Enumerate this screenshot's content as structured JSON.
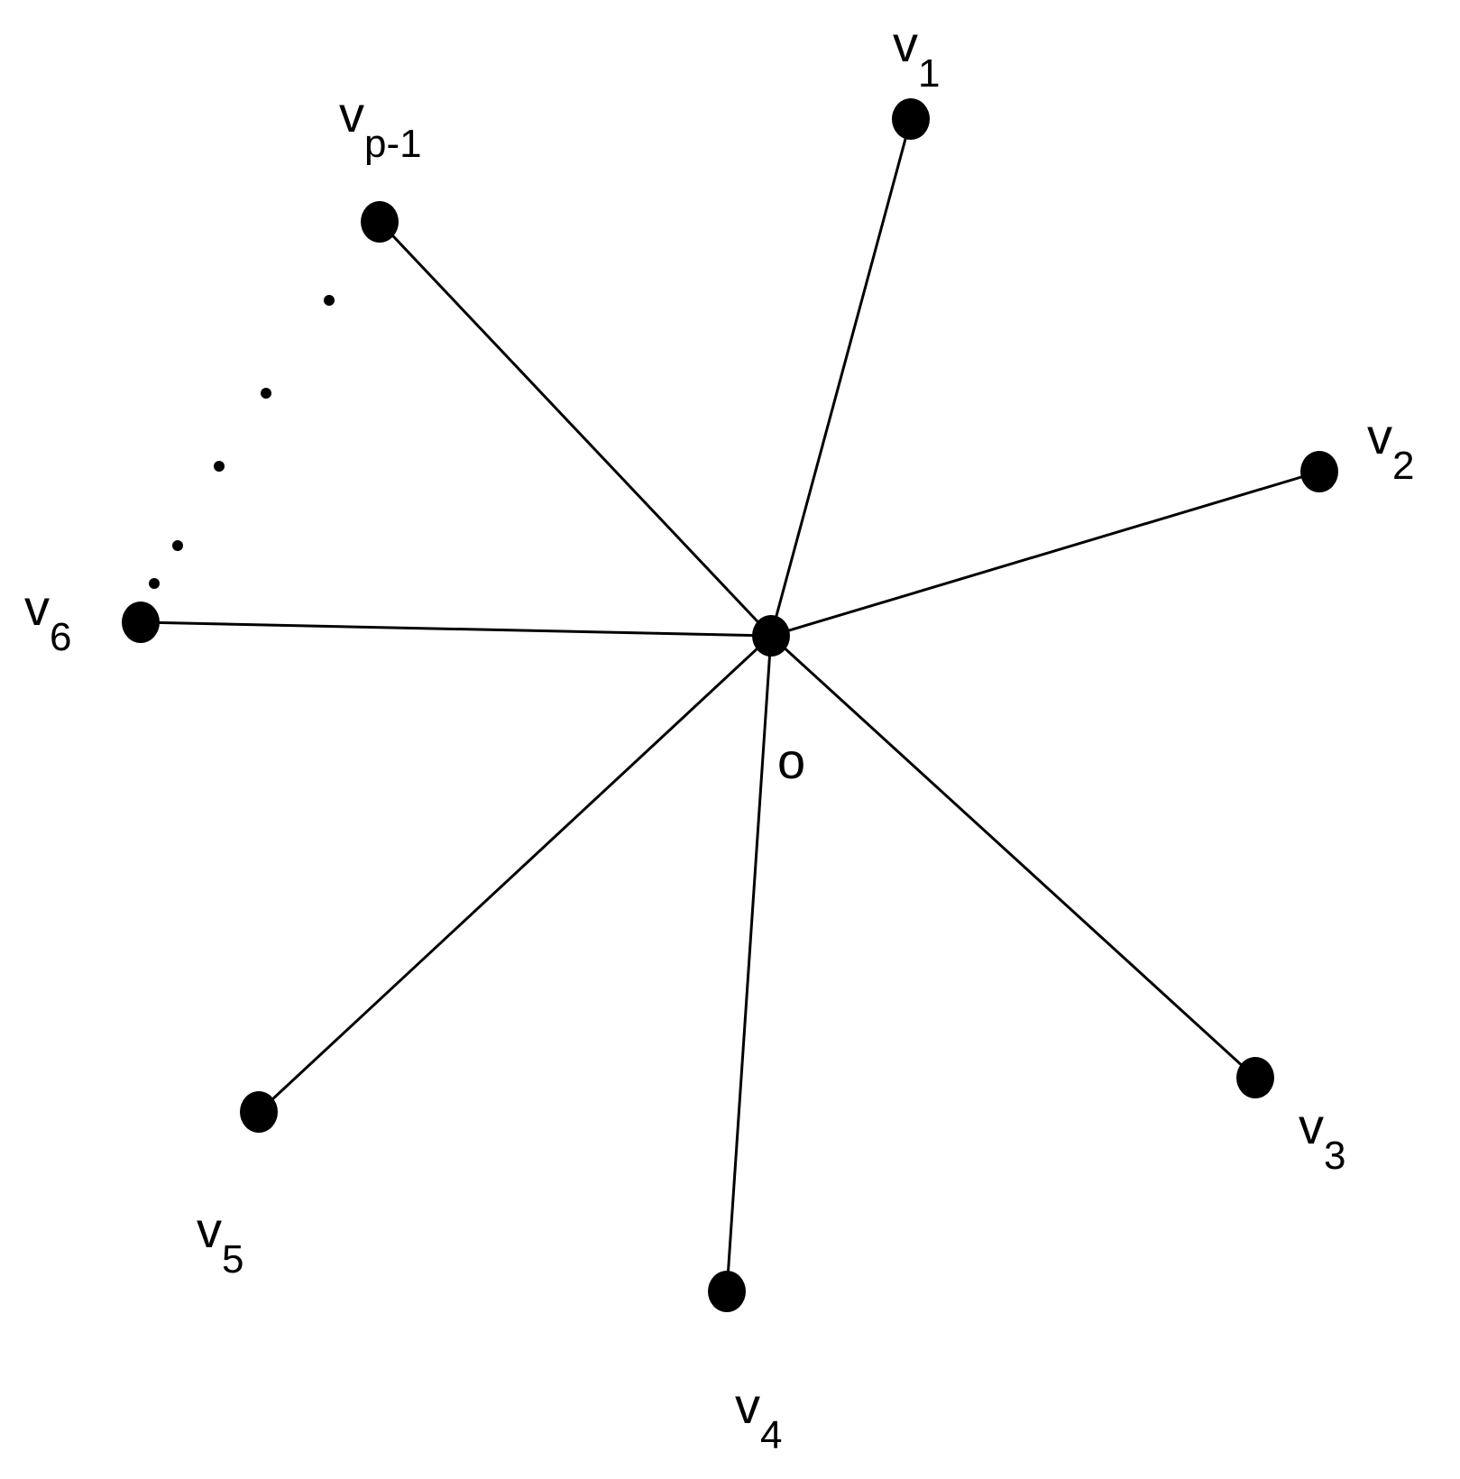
{
  "graph": {
    "center": {
      "label": "o"
    },
    "leaves": [
      {
        "id": "v1",
        "base": "v",
        "sub": "1"
      },
      {
        "id": "v2",
        "base": "v",
        "sub": "2"
      },
      {
        "id": "v3",
        "base": "v",
        "sub": "3"
      },
      {
        "id": "v4",
        "base": "v",
        "sub": "4"
      },
      {
        "id": "v5",
        "base": "v",
        "sub": "5"
      },
      {
        "id": "v6",
        "base": "v",
        "sub": "6"
      },
      {
        "id": "vp-1",
        "base": "v",
        "sub": "p-1"
      }
    ],
    "colors": {
      "stroke": "#000000",
      "node": "#000000",
      "background": "#ffffff"
    }
  }
}
